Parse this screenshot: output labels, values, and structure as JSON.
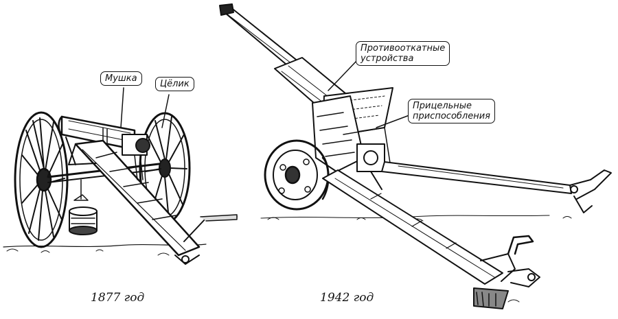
{
  "left_gun": {
    "label_front_sight": "Мушка",
    "label_rear_sight": "Цёлик",
    "caption": "1877 год"
  },
  "right_gun": {
    "label_recoil": [
      "Противооткатные",
      "устройства"
    ],
    "label_sights": [
      "Прицельные",
      "приспособления"
    ],
    "caption": "1942 год"
  }
}
